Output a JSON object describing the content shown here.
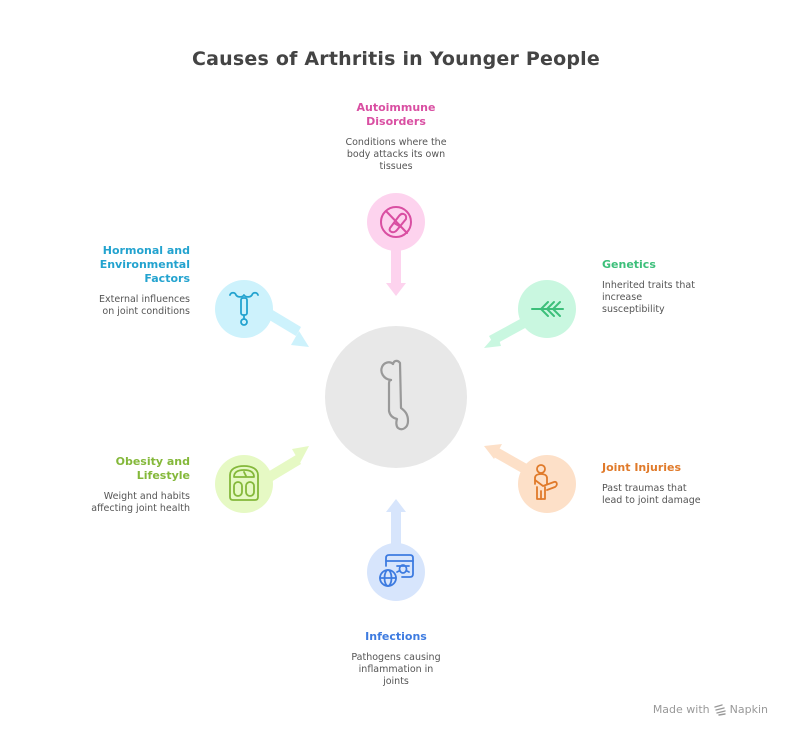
{
  "title": "Causes of Arthritis in Younger People",
  "center": {
    "icon": "joint-bone-icon",
    "color": "#e8e8e8",
    "stroke": "#999999"
  },
  "causes": [
    {
      "id": "autoimmune",
      "heading": "Autoimmune Disorders",
      "heading_lines": [
        "Autoimmune",
        "Disorders"
      ],
      "description_lines": [
        "Conditions where the",
        "body attacks its own",
        "tissues"
      ],
      "icon": "no-pill-icon",
      "color": "#d94fa2",
      "fill": "#fdd3ee"
    },
    {
      "id": "genetics",
      "heading": "Genetics",
      "heading_lines": [
        "Genetics"
      ],
      "description_lines": [
        "Inherited traits that",
        "increase",
        "susceptibility"
      ],
      "icon": "dna-branch-icon",
      "color": "#3cbf7a",
      "fill": "#c9f7e0"
    },
    {
      "id": "joint-injuries",
      "heading": "Joint Injuries",
      "heading_lines": [
        "Joint Injuries"
      ],
      "description_lines": [
        "Past traumas that",
        "lead to joint damage"
      ],
      "icon": "injured-person-icon",
      "color": "#e07a2a",
      "fill": "#fde0c8"
    },
    {
      "id": "infections",
      "heading": "Infections",
      "heading_lines": [
        "Infections"
      ],
      "description_lines": [
        "Pathogens causing",
        "inflammation in",
        "joints"
      ],
      "icon": "globe-bug-icon",
      "color": "#3d7be0",
      "fill": "#d7e5fc"
    },
    {
      "id": "obesity",
      "heading": "Obesity and Lifestyle",
      "heading_lines": [
        "Obesity and",
        "Lifestyle"
      ],
      "description_lines": [
        "Weight and habits",
        "affecting joint health"
      ],
      "icon": "weight-scale-icon",
      "color": "#84b83a",
      "fill": "#e6f9c4"
    },
    {
      "id": "hormonal",
      "heading": "Hormonal and Environmental Factors",
      "heading_lines": [
        "Hormonal and",
        "Environmental",
        "Factors"
      ],
      "description_lines": [
        "External influences",
        "on joint conditions"
      ],
      "icon": "iud-icon",
      "color": "#23a3cf",
      "fill": "#cdf2fc"
    }
  ],
  "footer": {
    "made_with": "Made with",
    "brand": "Napkin"
  }
}
